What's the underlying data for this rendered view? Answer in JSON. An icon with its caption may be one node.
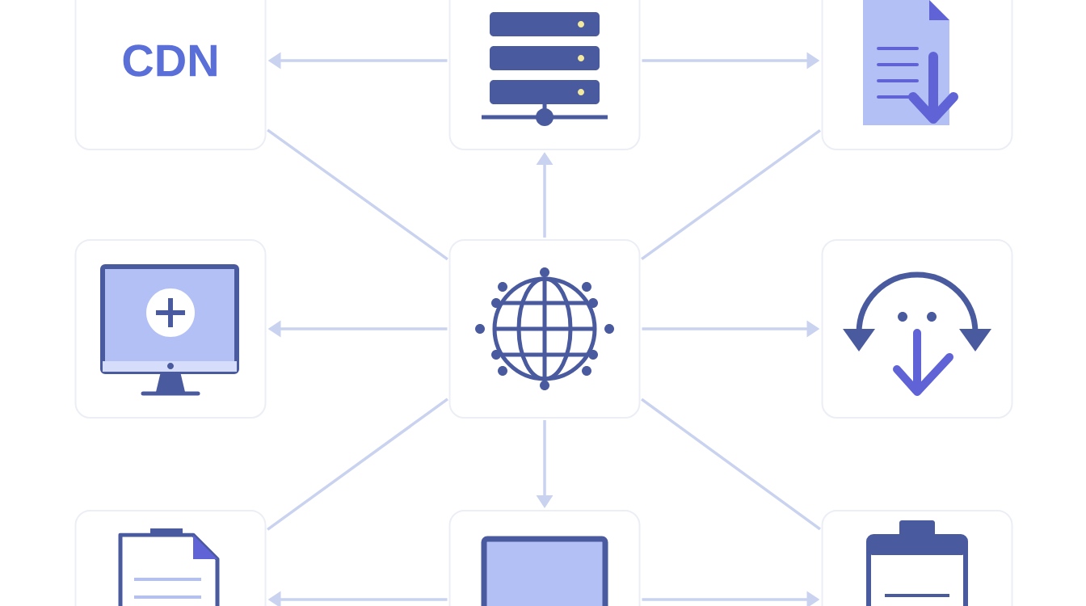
{
  "diagram": {
    "nodes": [
      {
        "text": [
          "CDN"
        ]
      },
      {
        "text": [],
        "shape": "box"
      },
      {
        "text": [],
        "shape": "box"
      },
      {
        "text": [],
        "shape": "box"
      },
      {
        "text": [],
        "shape": "box"
      },
      {
        "text": [],
        "shape": "box"
      },
      {
        "text": [],
        "shape": "box"
      },
      {
        "text": [],
        "shape": "box"
      },
      {
        "text": [],
        "shape": "box"
      }
    ],
    "edges": [
      {
        "from": 1,
        "to": 0,
        "arrow": "to"
      },
      {
        "from": 1,
        "to": 2,
        "arrow": "to"
      },
      {
        "from": 4,
        "to": 1,
        "arrow": "to"
      },
      {
        "from": 4,
        "to": 0,
        "arrow": "none"
      },
      {
        "from": 4,
        "to": 2,
        "arrow": "none"
      },
      {
        "from": 4,
        "to": 3,
        "arrow": "to"
      },
      {
        "from": 4,
        "to": 5,
        "arrow": "to"
      },
      {
        "from": 4,
        "to": 6,
        "arrow": "none"
      },
      {
        "from": 4,
        "to": 8,
        "arrow": "none"
      },
      {
        "from": 4,
        "to": 7,
        "arrow": "to"
      },
      {
        "from": 7,
        "to": 6,
        "arrow": "to"
      },
      {
        "from": 7,
        "to": 8,
        "arrow": "to"
      }
    ]
  }
}
